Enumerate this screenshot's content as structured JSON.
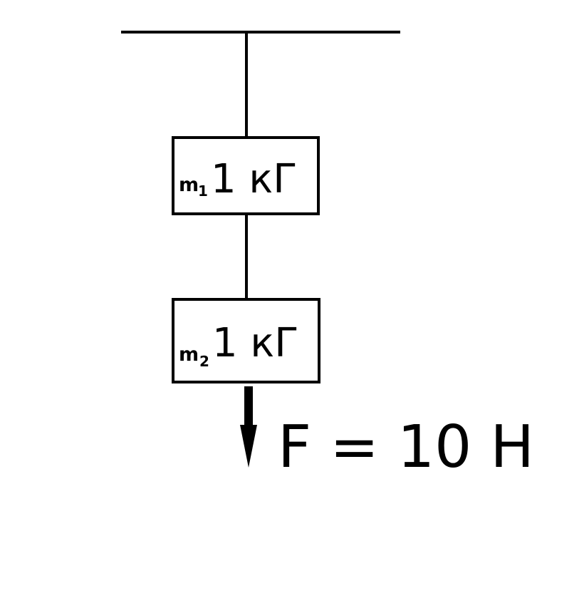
{
  "diagram": {
    "mass1": {
      "symbol": "m",
      "subscript": "1",
      "value": "1 кГ"
    },
    "mass2": {
      "symbol": "m",
      "subscript": "2",
      "value": "1 кГ"
    },
    "force": {
      "label": "F = 10 H"
    }
  }
}
